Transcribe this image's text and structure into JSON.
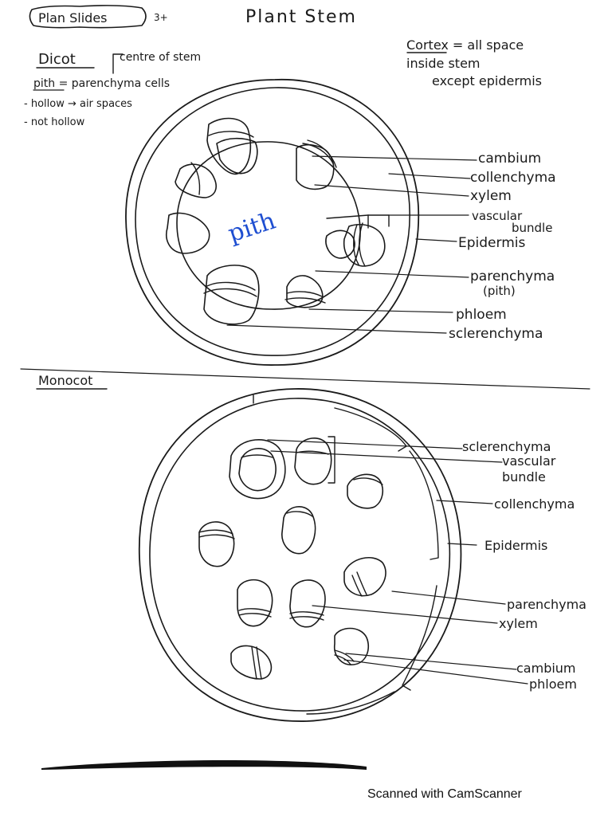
{
  "header": {
    "tag": "Plan Slides",
    "tag_suffix": "3+",
    "title": "Plant Stem",
    "cortex_note": [
      "Cortex = all space",
      "inside stem",
      "except epidermis"
    ]
  },
  "dicot": {
    "heading": "Dicot",
    "centre_note": "centre of stem",
    "pith_def": "pith = parenchyma cells",
    "notes": [
      "- hollow → air spaces",
      "- not hollow"
    ],
    "center_label": "pith",
    "labels": {
      "cambium": "cambium",
      "collenchyma": "collenchyma",
      "xylem": "xylem",
      "vascular": "vascular",
      "bundle": "bundle",
      "epidermis": "Epidermis",
      "parenchyma": "parenchyma",
      "pith_paren": "(pith)",
      "phloem": "phloem",
      "sclerenchyma": "sclerenchyma"
    }
  },
  "monocot": {
    "heading": "Monocot",
    "labels": {
      "sclerenchyma": "sclerenchyma",
      "vascular": "vascular",
      "bundle": "bundle",
      "collenchyma": "collenchyma",
      "epidermis": "Epidermis",
      "parenchyma": "parenchyma",
      "xylem": "xylem",
      "cambium": "cambium",
      "phloem": "phloem"
    }
  },
  "footer": {
    "text": "Scanned with CamScanner"
  },
  "colors": {
    "ink": "#1a1a1a",
    "pith_blue": "#1f4fd1",
    "paper": "#ffffff"
  }
}
